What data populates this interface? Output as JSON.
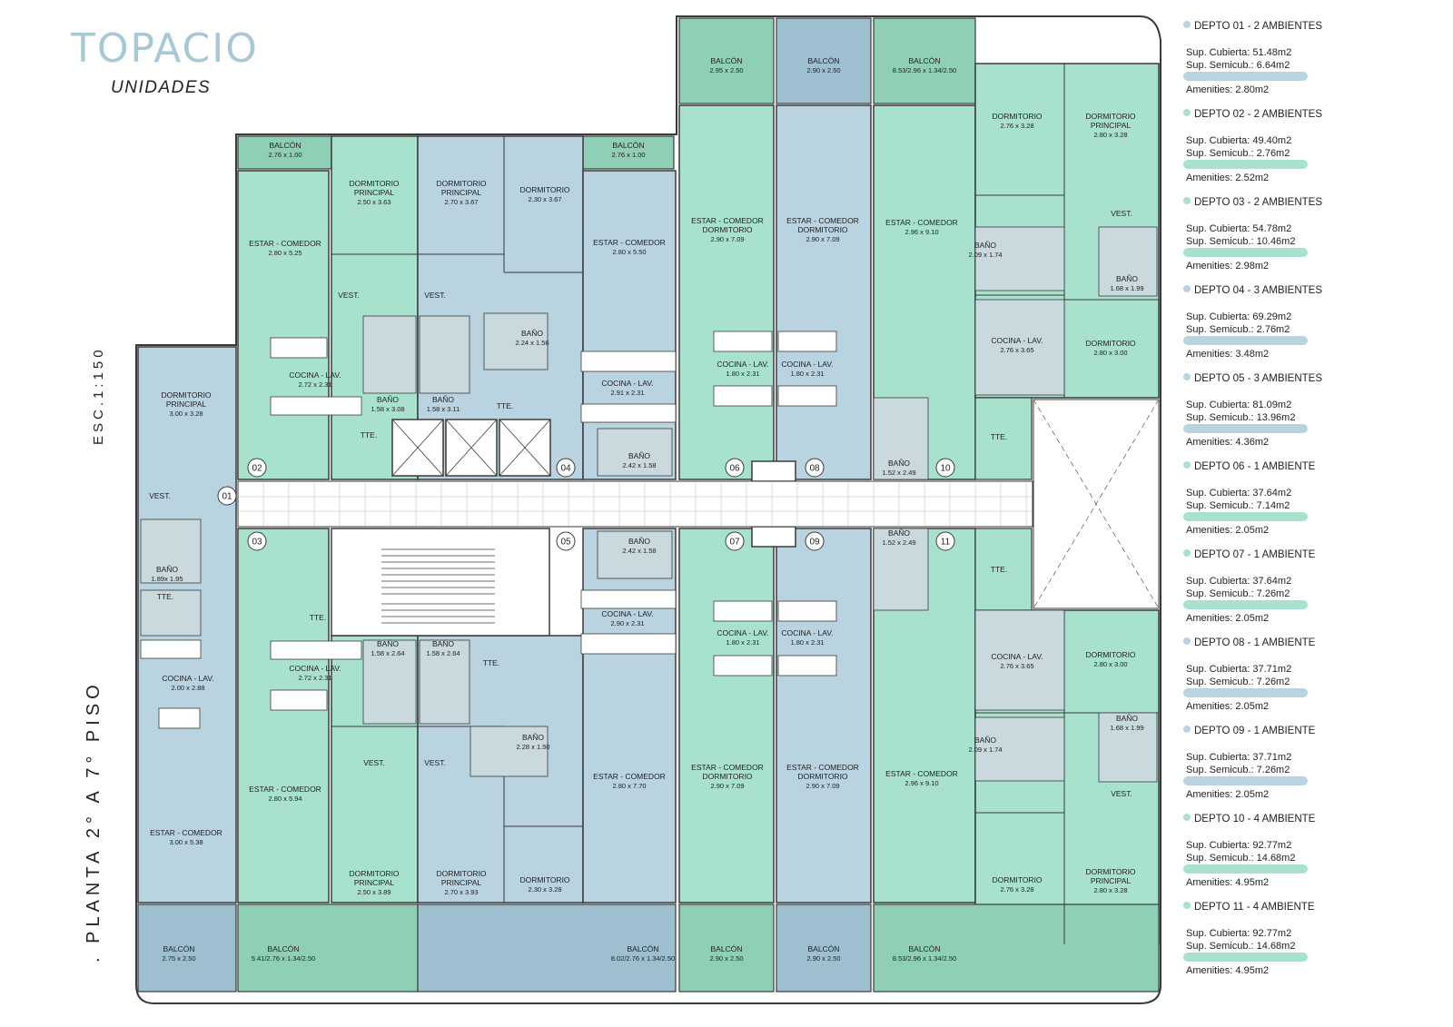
{
  "header": {
    "title": "TOPACIO",
    "subtitle": "UNIDADES"
  },
  "side": {
    "scale": "ESC.1:150",
    "plan": ". PLANTA 2° A 7° PISO"
  },
  "colors": {
    "green": "#a8e2cf",
    "blue": "#b9d3e0",
    "balcony_green": "#8fcfb5",
    "balcony_blue": "#9dbfd0",
    "wall": "#3a3a3a",
    "corridor": "#ffffff"
  },
  "units": [
    {
      "name": "DEPTO 01 - 2 AMBIENTES",
      "cubierta": "Sup. Cubierta: 51.48m2",
      "semicub": "Sup. Semicub.: 6.64m2",
      "amenities": "Amenities: 2.80m2",
      "color": "#b9d3e0"
    },
    {
      "name": "DEPTO 02 - 2 AMBIENTES",
      "cubierta": "Sup. Cubierta: 49.40m2",
      "semicub": "Sup. Semicub.: 2.76m2",
      "amenities": "Amenities: 2.52m2",
      "color": "#a8e2cf"
    },
    {
      "name": "DEPTO 03 - 2 AMBIENTES",
      "cubierta": "Sup. Cubierta: 54.78m2",
      "semicub": "Sup. Semicub.: 10.46m2",
      "amenities": "Amenities: 2.98m2",
      "color": "#a8e2cf"
    },
    {
      "name": "DEPTO 04 - 3 AMBIENTES",
      "cubierta": "Sup. Cubierta: 69.29m2",
      "semicub": "Sup. Semicub.: 2.76m2",
      "amenities": "Amenities: 3.48m2",
      "color": "#b9d3e0"
    },
    {
      "name": "DEPTO 05 - 3 AMBIENTES",
      "cubierta": "Sup. Cubierta: 81.09m2",
      "semicub": "Sup. Semicub.: 13.96m2",
      "amenities": "Amenities: 4.36m2",
      "color": "#b9d3e0"
    },
    {
      "name": "DEPTO 06 - 1 AMBIENTE",
      "cubierta": "Sup. Cubierta: 37.64m2",
      "semicub": "Sup. Semicub.: 7.14m2",
      "amenities": "Amenities: 2.05m2",
      "color": "#a8e2cf"
    },
    {
      "name": "DEPTO 07 - 1 AMBIENTE",
      "cubierta": "Sup. Cubierta: 37.64m2",
      "semicub": "Sup. Semicub.: 7.26m2",
      "amenities": "Amenities: 2.05m2",
      "color": "#a8e2cf"
    },
    {
      "name": "DEPTO 08 - 1 AMBIENTE",
      "cubierta": "Sup. Cubierta: 37.71m2",
      "semicub": "Sup. Semicub.: 7.26m2",
      "amenities": "Amenities: 2.05m2",
      "color": "#b9d3e0"
    },
    {
      "name": "DEPTO 09 - 1 AMBIENTE",
      "cubierta": "Sup. Cubierta: 37.71m2",
      "semicub": "Sup. Semicub.: 7.26m2",
      "amenities": "Amenities: 2.05m2",
      "color": "#b9d3e0"
    },
    {
      "name": "DEPTO 10 - 4 AMBIENTE",
      "cubierta": "Sup. Cubierta: 92.77m2",
      "semicub": "Sup. Semicub.: 14.68m2",
      "amenities": "Amenities: 4.95m2",
      "color": "#a8e2cf"
    },
    {
      "name": "DEPTO 11 - 4 AMBIENTE",
      "cubierta": "Sup. Cubierta: 92.77m2",
      "semicub": "Sup. Semicub.: 14.68m2",
      "amenities": "Amenities: 4.95m2",
      "color": "#a8e2cf"
    }
  ],
  "rooms": {
    "balcon": "BALCÓN",
    "dorm": "DORMITORIO",
    "dorm_pr": "DORMITORIO PRINCIPAL",
    "estar": "ESTAR - COMEDOR",
    "estar_dorm": "ESTAR - COMEDOR DORMITORIO",
    "cocina": "COCINA - LAV.",
    "bano": "BAÑO",
    "vest": "VEST.",
    "tte": "TTE.",
    "dims": {
      "b1": "2.95 x 2.50",
      "b2": "2.90 x 2.50",
      "b3": "8.53/2.96 x 1.34/2.50",
      "b4": "2.76 x 1.00",
      "b5": "2.76 x 1.00",
      "b6": "2.75 x 2.50",
      "b7": "5.41/2.76 x 1.34/2.50",
      "b8": "8.02/2.76 x 1.34/2.50",
      "b9": "2.90 x 2.50",
      "b10": "2.90 x 2.50",
      "b11": "8.53/2.96 x 1.34/2.50",
      "d1": "2.50 x 3.63",
      "d2": "2.70 x 3.67",
      "d3": "2.30 x 3.67",
      "d4": "3.00 x 3.28",
      "d5": "2.76 x 3.28",
      "d6": "2.80 x 3.28",
      "d7": "2.80 x 3.00",
      "d8": "2.50 x 3.89",
      "d9": "2.70 x 3.93",
      "d10": "2.30 x 3.28",
      "d11": "2.80 x 3.00",
      "d12": "2.76 x 3.28",
      "d13": "2.80 x 3.28",
      "e1": "2.80 x 5.25",
      "e2": "2.80 x 5.50",
      "e3": "2.90 x 7.09",
      "e4": "2.90 x 7.09",
      "e5": "2.96 x 9.10",
      "e6": "3.00 x 5.38",
      "e7": "2.80 x 5.94",
      "e8": "2.80 x 7.70",
      "e9": "2.90 x 7.09",
      "e10": "2.90 x 7.09",
      "e11": "2.96 x 9.10",
      "c1": "2.72 x 2.31",
      "c2": "2.91 x 2.31",
      "c3": "1.80 x 2.31",
      "c4": "1.80 x 2.31",
      "c5": "2.76 x 3.65",
      "c6": "2.00 x 2.88",
      "c7": "2.72 x 2.31",
      "c8": "2.90 x 2.31",
      "c9": "1.80 x 2.31",
      "c10": "1.80 x 2.31",
      "c11": "2.76 x 3.65",
      "ba1": "1.58 x 3.08",
      "ba2": "1.58 x 3.11",
      "ba3": "2.24 x 1.56",
      "ba4": "2.42 x 1.58",
      "ba5": "1.52 x 2.49",
      "ba6": "2.09 x 1.74",
      "ba7": "1.68 x 1.99",
      "ba8": "1.89x 1.95",
      "ba9": "1.58 x 2.64",
      "ba10": "1.58 x 2.64",
      "ba11": "2.28 x 1.50",
      "ba12": "2.42 x 1.58",
      "ba13": "1.52 x 2.49",
      "ba14": "2.09 x 1.74",
      "ba15": "1.68 x 1.99"
    }
  },
  "door_numbers": [
    "01",
    "02",
    "03",
    "04",
    "05",
    "06",
    "07",
    "08",
    "09",
    "10",
    "11"
  ]
}
